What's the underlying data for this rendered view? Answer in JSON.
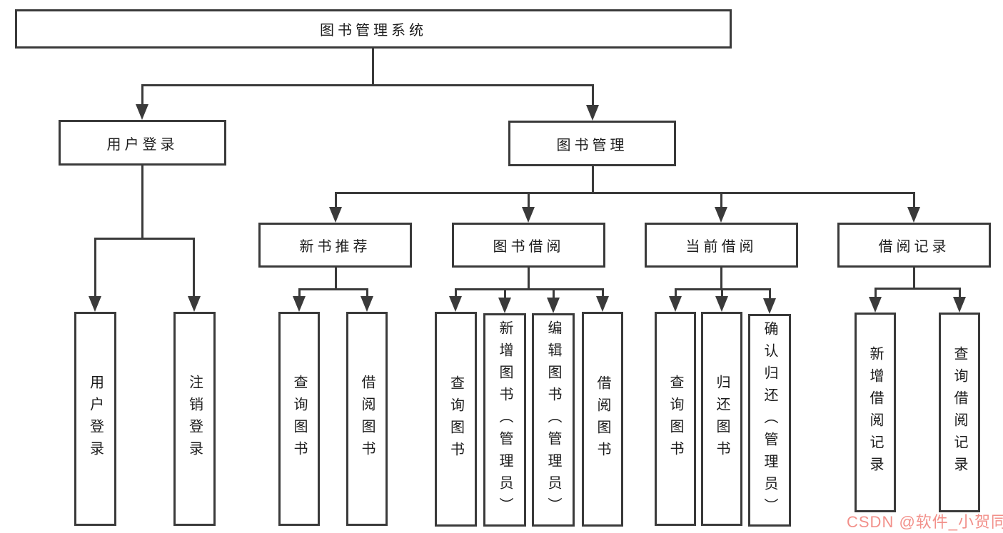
{
  "tree": {
    "root": {
      "label": "图书管理系统"
    },
    "branches": [
      {
        "label": "用户登录",
        "children": [
          {
            "label": "用户登录"
          },
          {
            "label": "注销登录"
          }
        ]
      },
      {
        "label": "图书管理",
        "children": [
          {
            "label": "新书推荐",
            "children": [
              {
                "label": "查询图书"
              },
              {
                "label": "借阅图书"
              }
            ]
          },
          {
            "label": "图书借阅",
            "children": [
              {
                "label": "查询图书"
              },
              {
                "label": "新增图书（管理员）"
              },
              {
                "label": "编辑图书（管理员）"
              },
              {
                "label": "借阅图书"
              }
            ]
          },
          {
            "label": "当前借阅",
            "children": [
              {
                "label": "查询图书"
              },
              {
                "label": "归还图书"
              },
              {
                "label": "确认归还（管理员）"
              }
            ]
          },
          {
            "label": "借阅记录",
            "children": [
              {
                "label": "新增借阅记录"
              },
              {
                "label": "查询借阅记录"
              }
            ]
          }
        ]
      }
    ]
  },
  "watermark": {
    "text": "CSDN @软件_小贺同学"
  },
  "colors": {
    "line": "#3a3a3a",
    "text": "#1c1c1c",
    "watermark": "#f2908a",
    "background": "#ffffff"
  }
}
